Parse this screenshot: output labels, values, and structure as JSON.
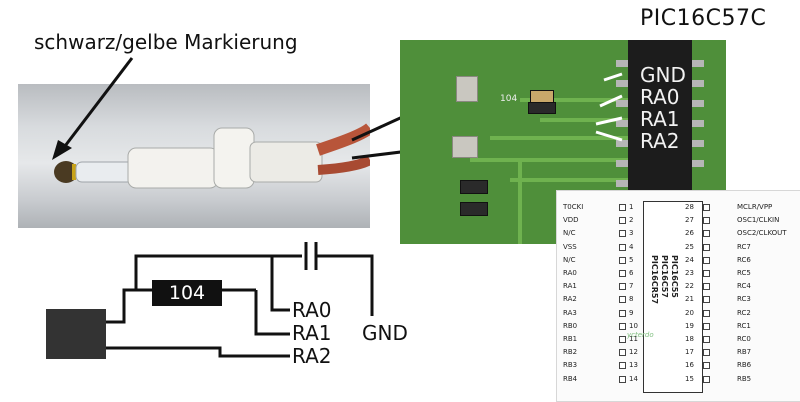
{
  "chip_title": "PIC16C57C",
  "marking_label": "schwarz/gelbe Markierung",
  "pcb": {
    "pin_labels": [
      "GND",
      "RA0",
      "RA1",
      "RA2"
    ],
    "silkscreen_res": "104"
  },
  "pinout": {
    "chip_names": [
      "PIC16C55",
      "PIC16C57",
      "PIC16CR57"
    ],
    "left_pins": [
      {
        "num": "1",
        "name": "T0CKI"
      },
      {
        "num": "2",
        "name": "VDD"
      },
      {
        "num": "3",
        "name": "N/C"
      },
      {
        "num": "4",
        "name": "VSS"
      },
      {
        "num": "5",
        "name": "N/C"
      },
      {
        "num": "6",
        "name": "RA0"
      },
      {
        "num": "7",
        "name": "RA1"
      },
      {
        "num": "8",
        "name": "RA2"
      },
      {
        "num": "9",
        "name": "RA3"
      },
      {
        "num": "10",
        "name": "RB0"
      },
      {
        "num": "11",
        "name": "RB1"
      },
      {
        "num": "12",
        "name": "RB2"
      },
      {
        "num": "13",
        "name": "RB3"
      },
      {
        "num": "14",
        "name": "RB4"
      }
    ],
    "right_pins": [
      {
        "num": "28",
        "name": "MCLR/VPP"
      },
      {
        "num": "27",
        "name": "OSC1/CLKIN"
      },
      {
        "num": "26",
        "name": "OSC2/CLKOUT"
      },
      {
        "num": "25",
        "name": "RC7"
      },
      {
        "num": "24",
        "name": "RC6"
      },
      {
        "num": "23",
        "name": "RC5"
      },
      {
        "num": "22",
        "name": "RC4"
      },
      {
        "num": "21",
        "name": "RC3"
      },
      {
        "num": "20",
        "name": "RC2"
      },
      {
        "num": "19",
        "name": "RC1"
      },
      {
        "num": "18",
        "name": "RC0"
      },
      {
        "num": "17",
        "name": "RB7"
      },
      {
        "num": "16",
        "name": "RB6"
      },
      {
        "num": "15",
        "name": "RB5"
      }
    ]
  },
  "schematic": {
    "resistor": "104",
    "ra0": "RA0",
    "ra1": "RA1",
    "ra2": "RA2",
    "gnd": "GND"
  }
}
